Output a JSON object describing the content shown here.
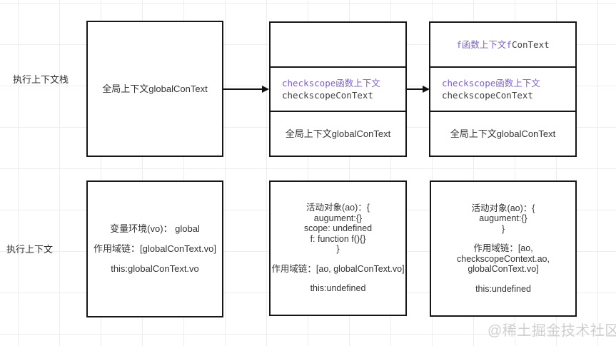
{
  "colors": {
    "accent_purple": "#7d5ed2",
    "ink": "#333333",
    "mono_ink": "#3f3f46",
    "box_border": "#161616",
    "grid_line": "#ededed",
    "watermark_gray": "#cfcfcf"
  },
  "labels": {
    "stack_row": "执行上下文栈",
    "context_row": "执行上下文"
  },
  "stack_row": {
    "step1": {
      "cell1": "全局上下文globalConText"
    },
    "step2": {
      "top": "",
      "mid_line1": "checkscope函数上下文",
      "mid_line2": "checkscopeConText",
      "bottom": "全局上下文globalConText"
    },
    "step3": {
      "top_accent": "f函数上下文f",
      "top_plain": "ConText",
      "mid_line1": "checkscope函数上下文",
      "mid_line2": "checkscopeConText",
      "bottom": "全局上下文globalConText"
    }
  },
  "context_row": {
    "global_box": {
      "line1": "变量环境(vo)： global",
      "line2": "作用域链：[globalConText.vo]",
      "line3": "this:globalConText.vo"
    },
    "checkscope_box": {
      "ao": [
        "活动对象(ao)：{",
        "augument:{}",
        "scope: undefined",
        "f: function f(){}",
        "}"
      ],
      "chain": "作用域链：[ao, globalConText.vo]",
      "this_line": "this:undefined"
    },
    "f_box": {
      "ao": [
        "活动对象(ao)：{",
        "augument:{}",
        "}"
      ],
      "chain": [
        "作用域链：[ao,",
        "checkscopeContext.ao,",
        "globalConText.vo]"
      ],
      "this_line": "this:undefined"
    }
  },
  "watermark": "@稀土掘金技术社区"
}
